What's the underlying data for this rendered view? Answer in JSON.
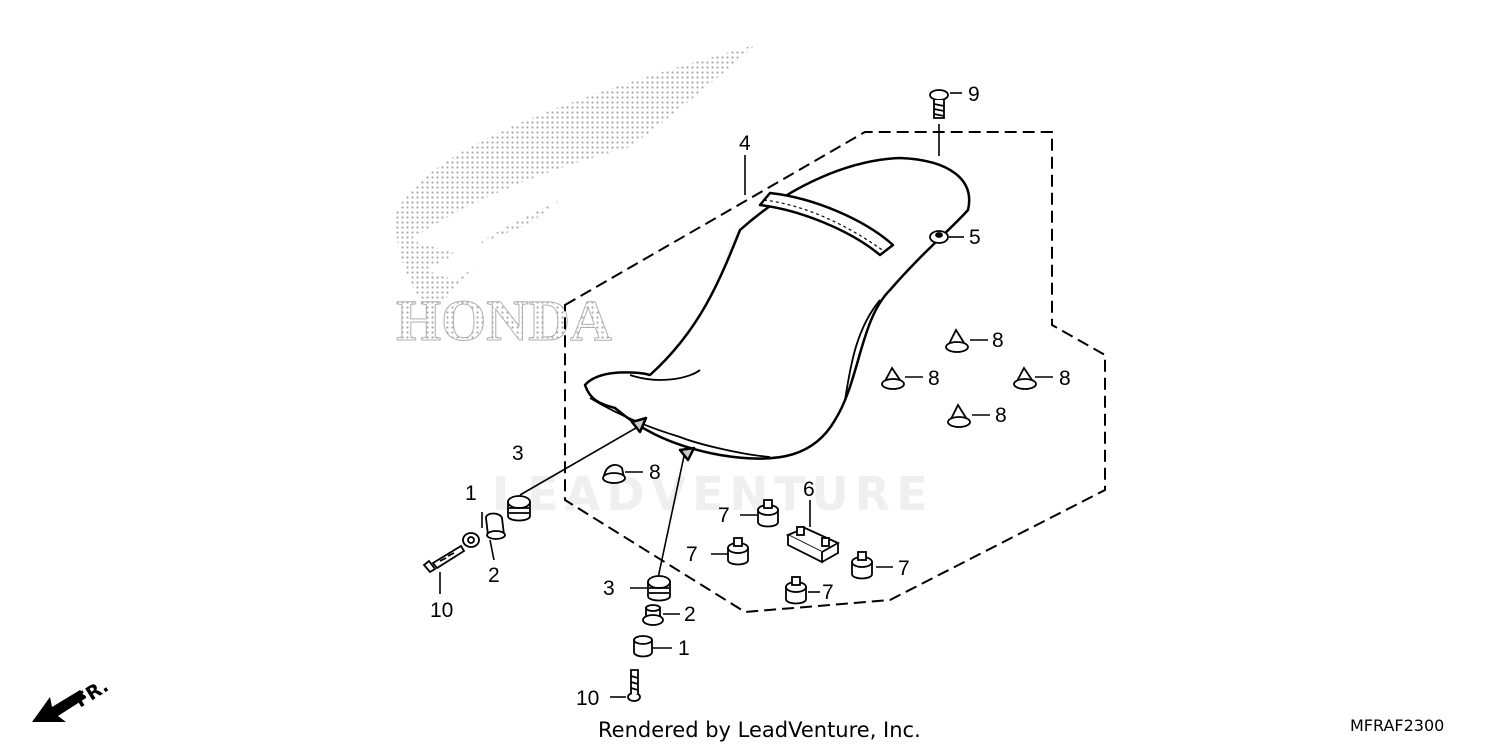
{
  "diagram": {
    "callouts": [
      {
        "id": "c9",
        "text": "9"
      },
      {
        "id": "c4",
        "text": "4"
      },
      {
        "id": "c5",
        "text": "5"
      },
      {
        "id": "c8a",
        "text": "8"
      },
      {
        "id": "c8b",
        "text": "8"
      },
      {
        "id": "c8c",
        "text": "8"
      },
      {
        "id": "c8d",
        "text": "8"
      },
      {
        "id": "c8e",
        "text": "8"
      },
      {
        "id": "c3a",
        "text": "3"
      },
      {
        "id": "c1a",
        "text": "1"
      },
      {
        "id": "c2a",
        "text": "2"
      },
      {
        "id": "c10a",
        "text": "10"
      },
      {
        "id": "c6",
        "text": "6"
      },
      {
        "id": "c7a",
        "text": "7"
      },
      {
        "id": "c7b",
        "text": "7"
      },
      {
        "id": "c7c",
        "text": "7"
      },
      {
        "id": "c7d",
        "text": "7"
      },
      {
        "id": "c3b",
        "text": "3"
      },
      {
        "id": "c2b",
        "text": "2"
      },
      {
        "id": "c1b",
        "text": "1"
      },
      {
        "id": "c10b",
        "text": "10"
      }
    ],
    "front_indicator": "FR.",
    "watermark_brand": "HONDA",
    "watermark_text": "LEADVENTURE"
  },
  "footer": {
    "rendered_by": "Rendered by LeadVenture, Inc.",
    "diagram_code": "MFRAF2300"
  }
}
